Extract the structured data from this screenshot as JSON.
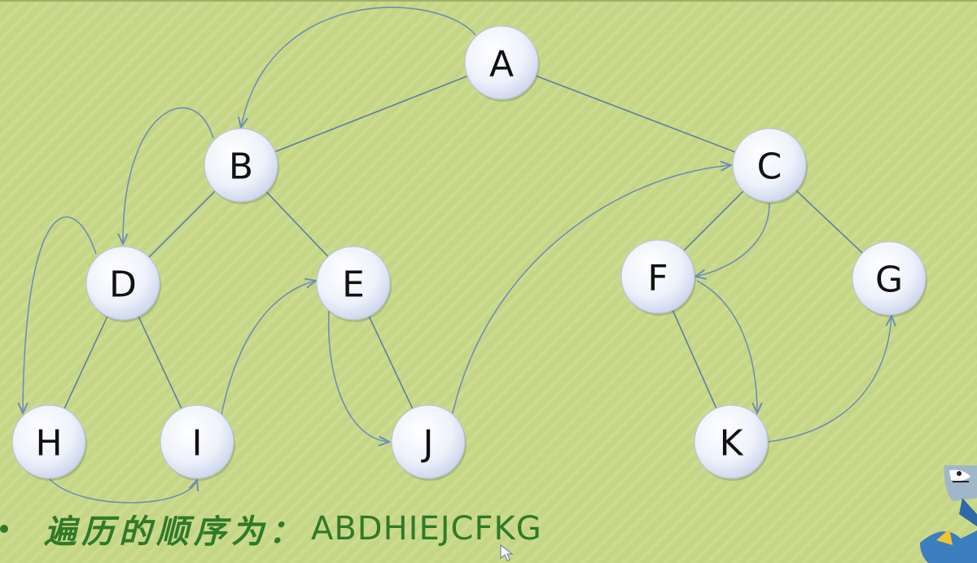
{
  "diagram": {
    "nodes": [
      {
        "id": "A",
        "label": "A"
      },
      {
        "id": "B",
        "label": "B"
      },
      {
        "id": "C",
        "label": "C"
      },
      {
        "id": "D",
        "label": "D"
      },
      {
        "id": "E",
        "label": "E"
      },
      {
        "id": "F",
        "label": "F"
      },
      {
        "id": "G",
        "label": "G"
      },
      {
        "id": "H",
        "label": "H"
      },
      {
        "id": "I",
        "label": "I"
      },
      {
        "id": "J",
        "label": "J"
      },
      {
        "id": "K",
        "label": "K"
      }
    ],
    "tree_edges": [
      [
        "A",
        "B"
      ],
      [
        "A",
        "C"
      ],
      [
        "B",
        "D"
      ],
      [
        "B",
        "E"
      ],
      [
        "C",
        "F"
      ],
      [
        "C",
        "G"
      ],
      [
        "D",
        "H"
      ],
      [
        "D",
        "I"
      ],
      [
        "E",
        "J"
      ],
      [
        "F",
        "K"
      ]
    ],
    "traversal_order": [
      "A",
      "B",
      "D",
      "H",
      "I",
      "E",
      "J",
      "C",
      "F",
      "K",
      "G"
    ]
  },
  "caption": {
    "label": "遍历的顺序为：",
    "sequence": "ABDHIEJCFKG"
  },
  "colors": {
    "background": "#c9d98a",
    "node_fill": "#e6ecf7",
    "edge": "#5b7fa6",
    "caption_text": "#2f7a28"
  },
  "icons": [
    "mascot-icon",
    "cursor-icon",
    "bullet-icon"
  ]
}
